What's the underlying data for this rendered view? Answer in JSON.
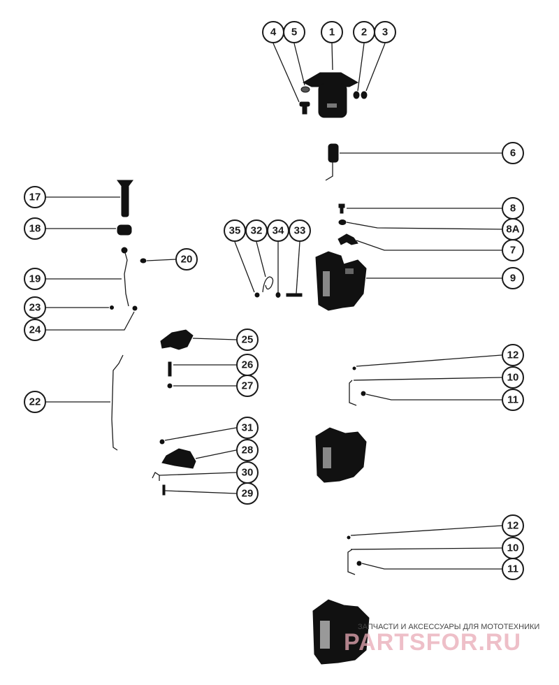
{
  "callouts": {
    "c1": "1",
    "c2": "2",
    "c3": "3",
    "c4": "4",
    "c5": "5",
    "c6": "6",
    "c7": "7",
    "c8": "8",
    "c8a": "8A",
    "c9": "9",
    "c10a": "10",
    "c11a": "11",
    "c12a": "12",
    "c10b": "10",
    "c11b": "11",
    "c12b": "12",
    "c17": "17",
    "c18": "18",
    "c19": "19",
    "c20": "20",
    "c22": "22",
    "c23": "23",
    "c24": "24",
    "c25": "25",
    "c26": "26",
    "c27": "27",
    "c28": "28",
    "c29": "29",
    "c30": "30",
    "c31": "31",
    "c32": "32",
    "c33": "33",
    "c34": "34",
    "c35": "35"
  },
  "watermark": {
    "tagline": "ЗАПЧАСТИ И АКСЕССУАРЫ ДЛЯ МОТОТЕХНИКИ",
    "logo": "PARTSFOR.RU"
  },
  "colors": {
    "ink": "#1a1a1a",
    "watermark": "#e8a9b5"
  }
}
